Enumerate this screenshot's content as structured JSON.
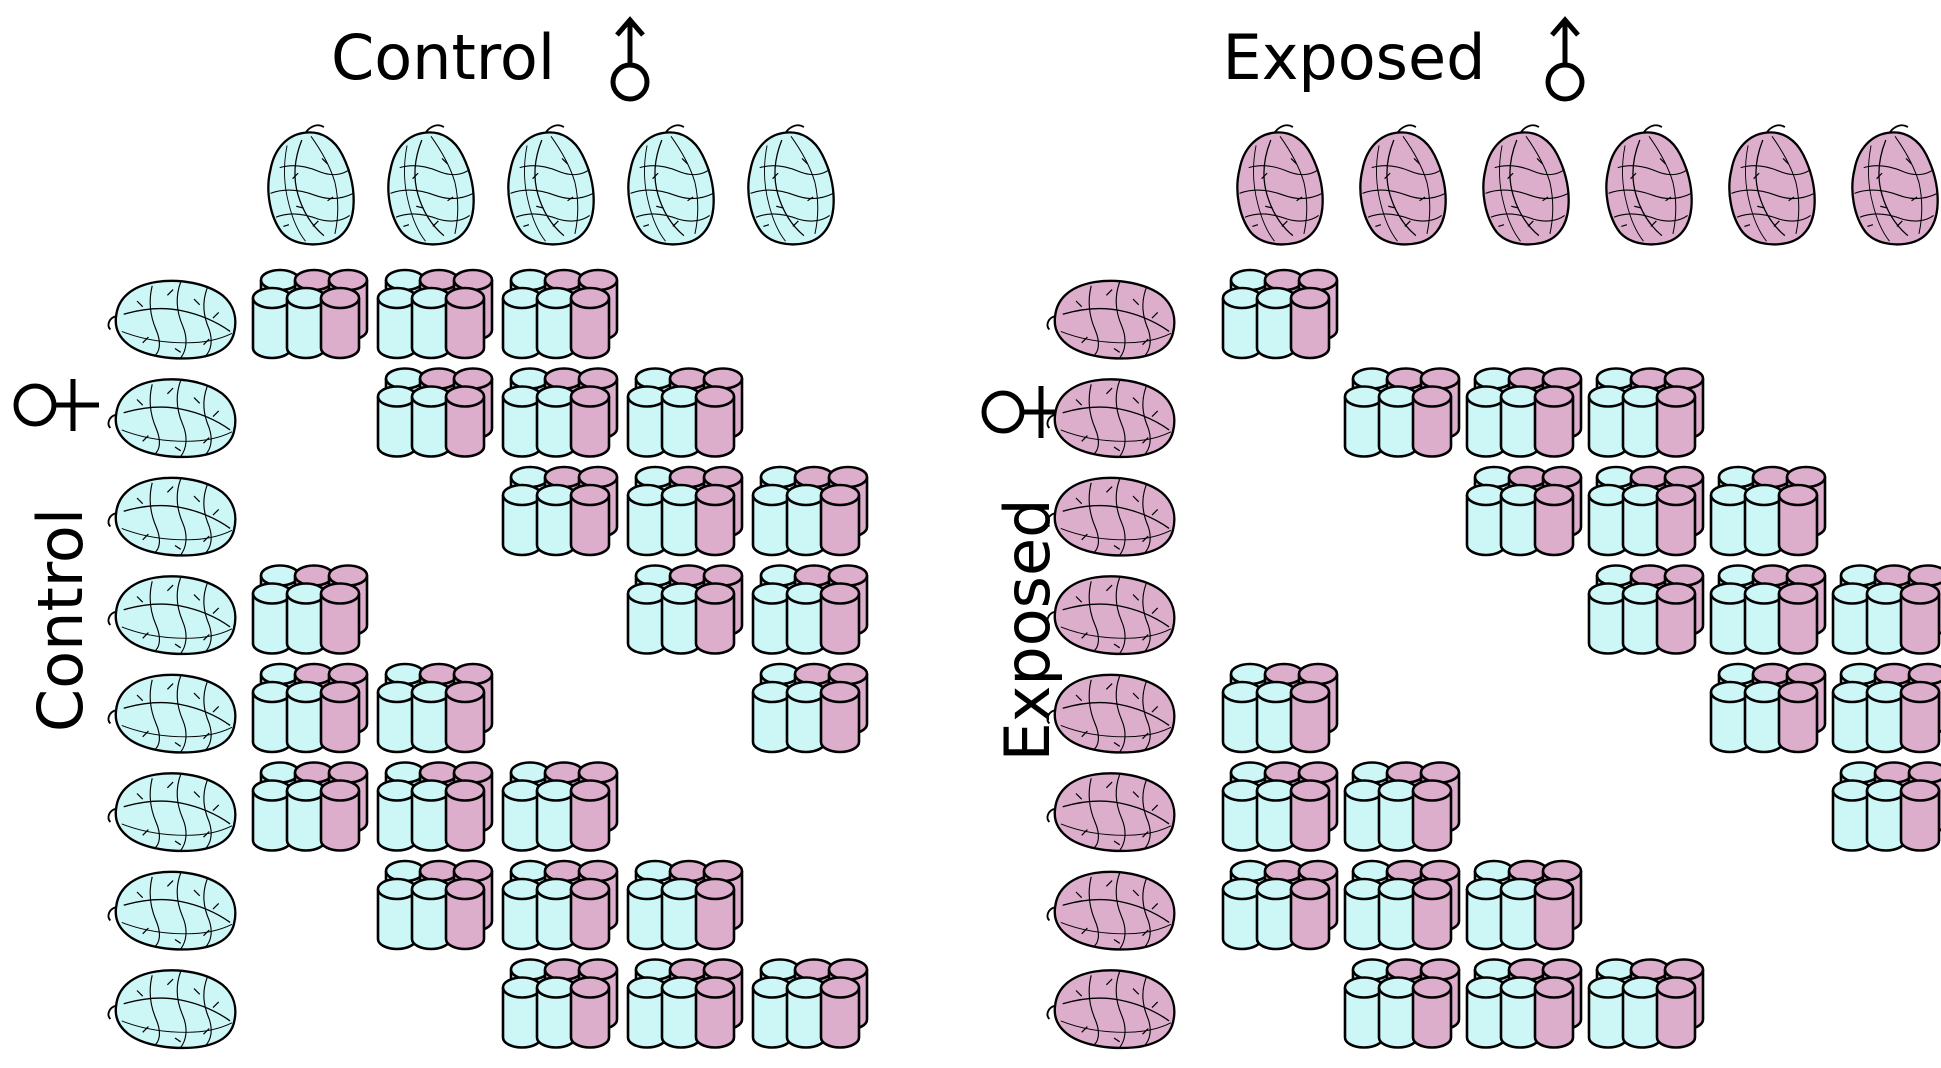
{
  "colors": {
    "control": "#cdf6f6",
    "exposed": "#dcaecb",
    "stroke": "#000000",
    "background": "#ffffff"
  },
  "panels": [
    {
      "id": "control",
      "top_label": "Control",
      "side_label": "Control",
      "male_symbol": "♂",
      "female_symbol": "♀",
      "male_count": 5,
      "female_count": 8,
      "crosses": [
        [
          0,
          1,
          2
        ],
        [
          1,
          2,
          3
        ],
        [
          2,
          3,
          4
        ],
        [
          0,
          3,
          4
        ],
        [
          0,
          1,
          4
        ],
        [
          0,
          1,
          2
        ],
        [
          1,
          2,
          3
        ],
        [
          2,
          3,
          4
        ]
      ]
    },
    {
      "id": "exposed",
      "top_label": "Exposed",
      "side_label": "Exposed",
      "male_symbol": "♂",
      "female_symbol": "♀",
      "male_count": 6,
      "female_count": 8,
      "crosses": [
        [
          0
        ],
        [
          1,
          2,
          3
        ],
        [
          2,
          3,
          4
        ],
        [
          3,
          4,
          5
        ],
        [
          0,
          4,
          5
        ],
        [
          0,
          1,
          5
        ],
        [
          0,
          1,
          2
        ],
        [
          1,
          2,
          3
        ]
      ]
    }
  ],
  "tank_set": {
    "front_row": [
      "control",
      "control",
      "exposed"
    ],
    "back_row": [
      "control",
      "exposed",
      "exposed"
    ]
  },
  "icons": [
    "oyster-icon",
    "tank-icon",
    "male-symbol-icon",
    "female-symbol-icon"
  ]
}
